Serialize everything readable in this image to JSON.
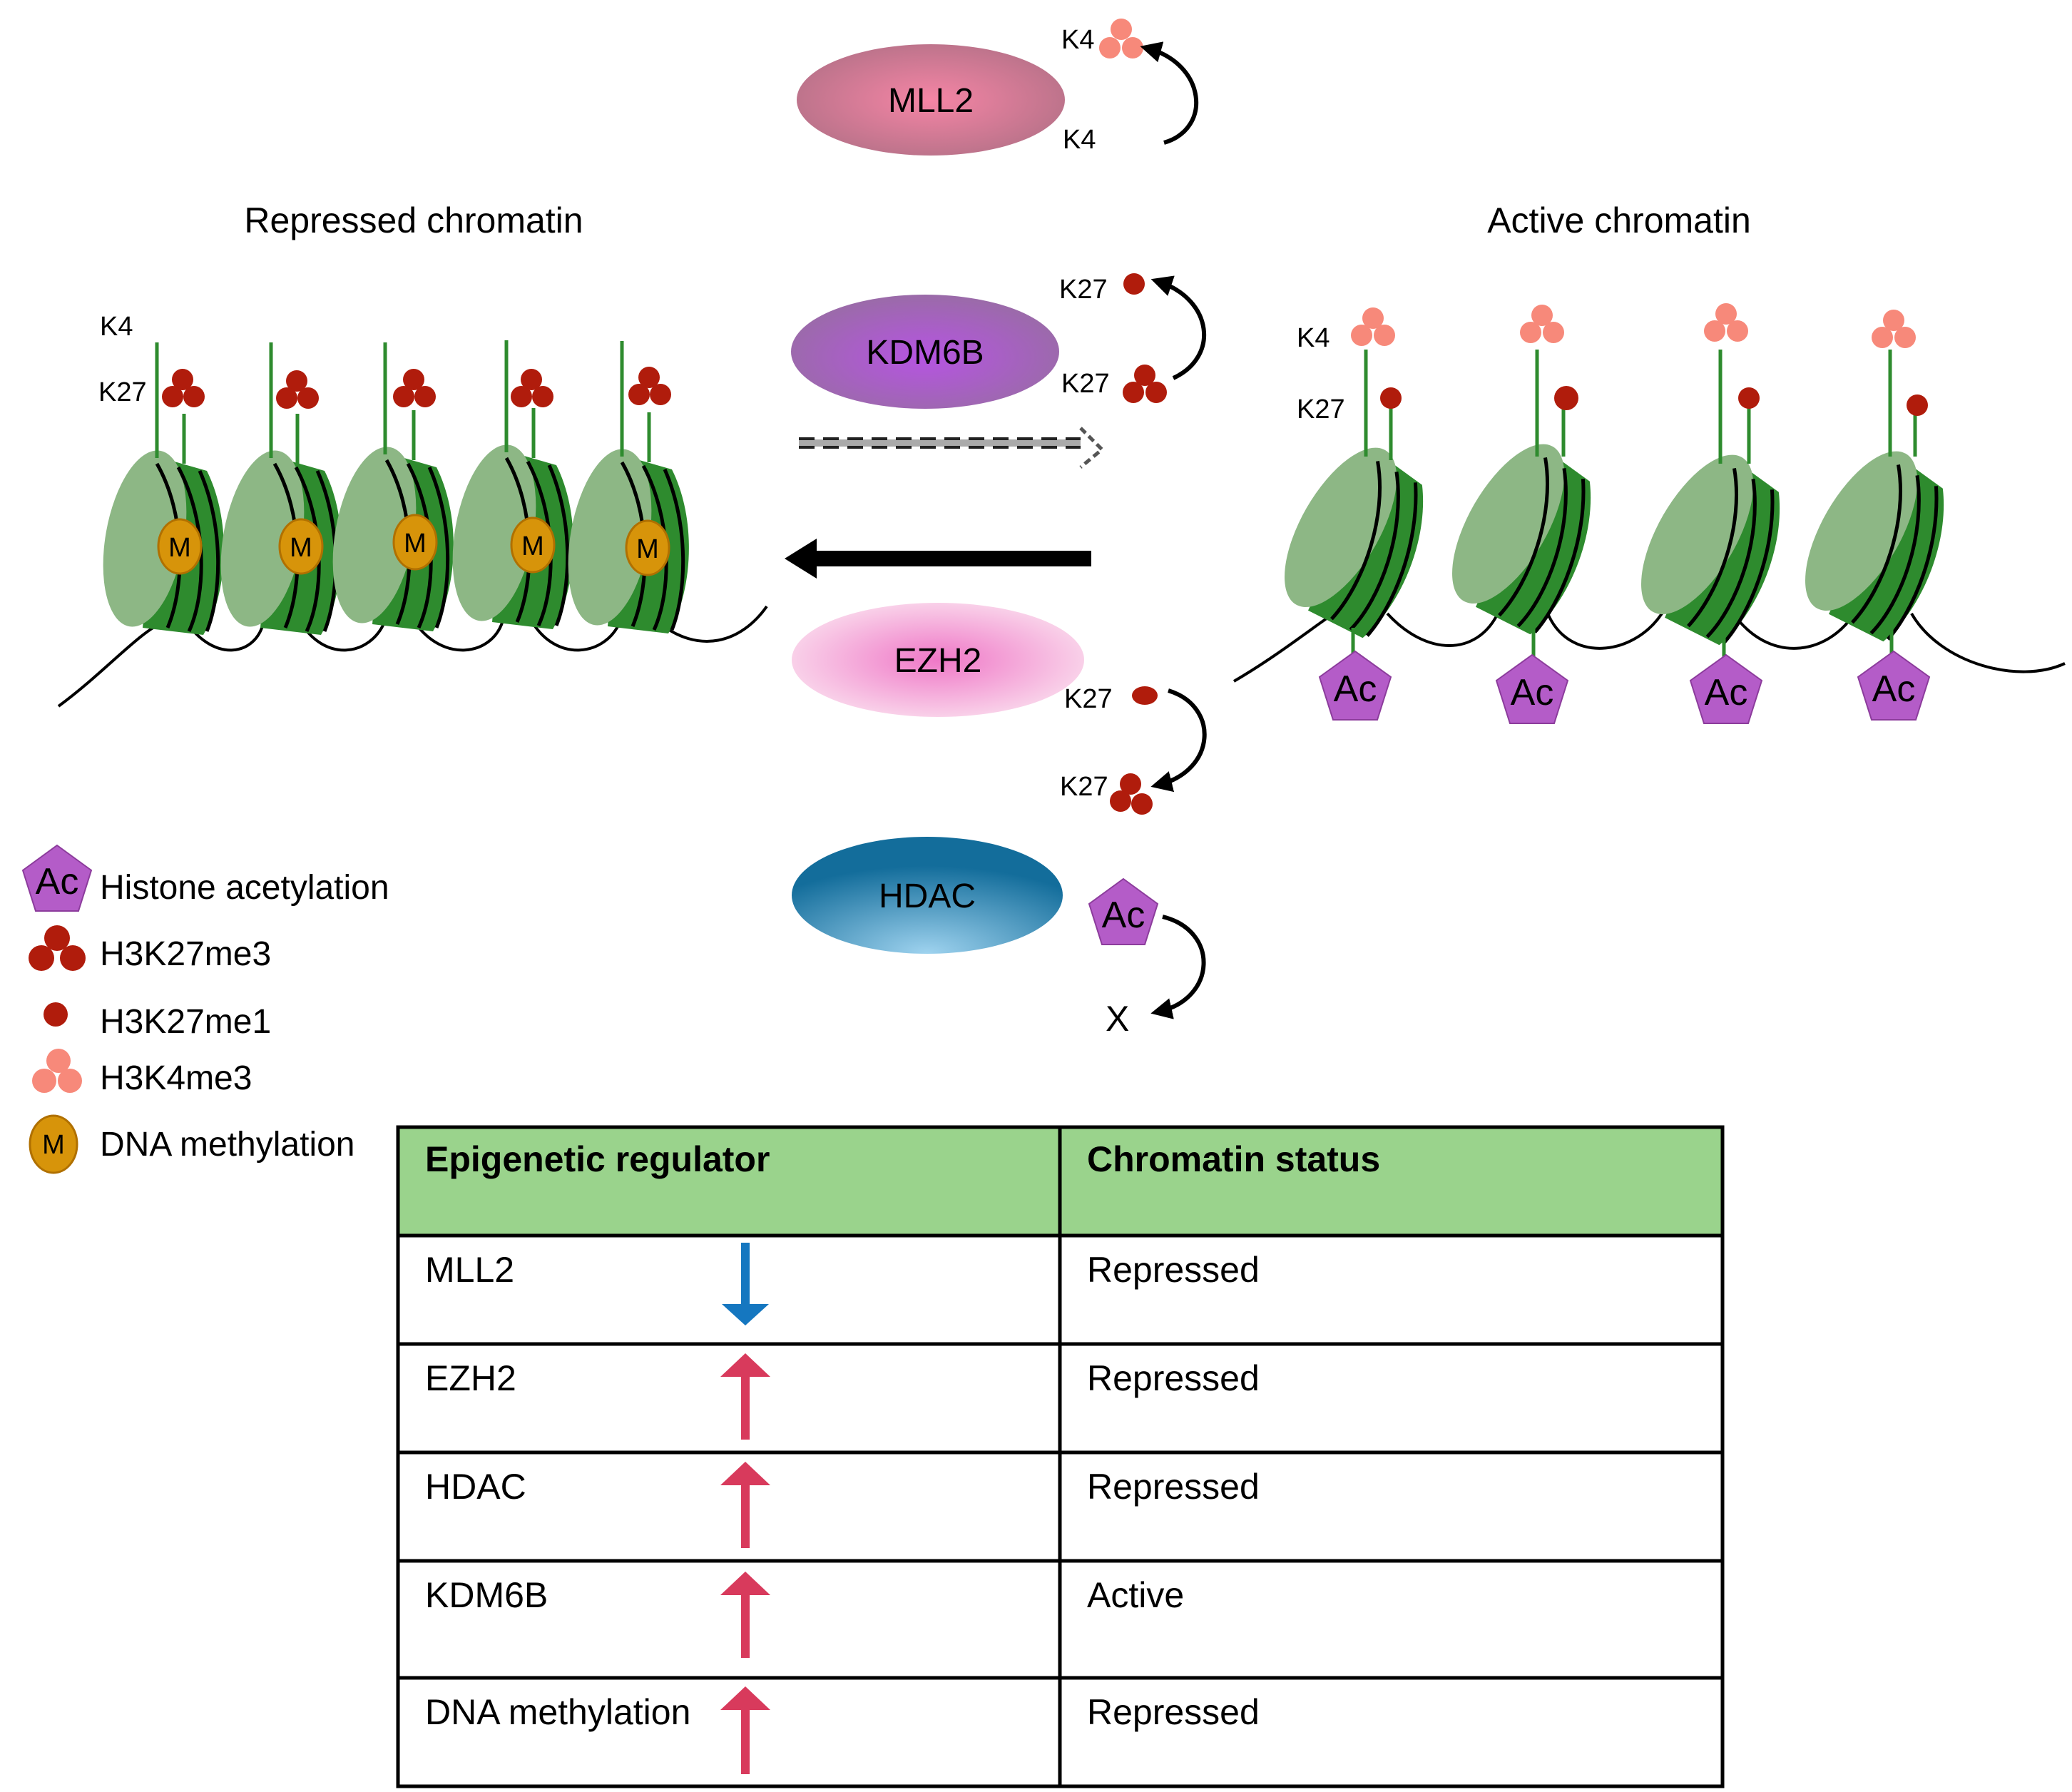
{
  "titles": {
    "repressed": "Repressed chromatin",
    "active": "Active chromatin"
  },
  "side_labels": {
    "k4": "K4",
    "k27": "K27"
  },
  "enzymes": [
    {
      "name": "MLL2"
    },
    {
      "name": "KDM6B"
    },
    {
      "name": "EZH2"
    },
    {
      "name": "HDAC"
    }
  ],
  "reactions": {
    "mll2": {
      "top": "K4",
      "bottom": "K4"
    },
    "kdm6b": {
      "top": "K27",
      "bottom": "K27"
    },
    "ezh2": {
      "top": "K27",
      "bottom": "K27"
    },
    "hdac": {
      "top": "Ac",
      "bottom": "X"
    }
  },
  "marks": {
    "acetyl_symbol": "Ac",
    "methyl_symbol": "M"
  },
  "legend": [
    {
      "label": "Histone acetylation",
      "icon": "acetyl-pentagon-icon"
    },
    {
      "label": "H3K27me3",
      "icon": "h3k27me3-cluster-icon"
    },
    {
      "label": "H3K27me1",
      "icon": "h3k27me1-dot-icon"
    },
    {
      "label": "H3K4me3",
      "icon": "h3k4me3-cluster-icon"
    },
    {
      "label": "DNA methylation",
      "icon": "dna-methylation-icon"
    }
  ],
  "table": {
    "headers": [
      "Epigenetic regulator",
      "Chromatin status"
    ],
    "rows": [
      {
        "regulator": "MLL2",
        "direction": "down",
        "status": "Repressed"
      },
      {
        "regulator": "EZH2",
        "direction": "up",
        "status": "Repressed"
      },
      {
        "regulator": "HDAC",
        "direction": "up",
        "status": "Repressed"
      },
      {
        "regulator": "KDM6B",
        "direction": "up",
        "status": "Active"
      },
      {
        "regulator": "DNA methylation",
        "direction": "up",
        "status": "Repressed"
      }
    ]
  },
  "colors": {
    "nucleosome_face": "#8db785",
    "nucleosome_body": "#2e8b2e",
    "stem": "#2e8b2e",
    "h3k27me": "#b01c0c",
    "h3k4me3": "#f7897a",
    "acetyl": "#b45cc8",
    "dna_methyl": "#d7940a",
    "table_header": "#9ad38c",
    "arrow_up": "#d83a5c",
    "arrow_down": "#1577c0"
  }
}
